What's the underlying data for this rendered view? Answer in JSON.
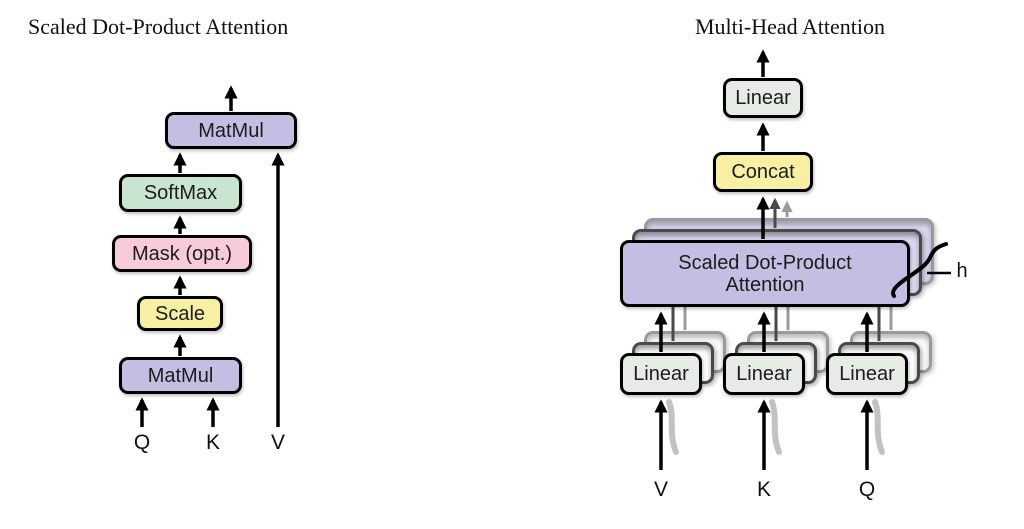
{
  "left_diagram": {
    "title": "Scaled Dot-Product Attention",
    "boxes": {
      "matmul_top": "MatMul",
      "softmax": "SoftMax",
      "mask": "Mask (opt.)",
      "scale": "Scale",
      "matmul_bottom": "MatMul"
    },
    "inputs": {
      "q": "Q",
      "k": "K",
      "v": "V"
    }
  },
  "right_diagram": {
    "title": "Multi-Head Attention",
    "boxes": {
      "linear_out": "Linear",
      "concat": "Concat",
      "attention_line1": "Scaled Dot-Product",
      "attention_line2": "Attention",
      "linear_v": "Linear",
      "linear_k": "Linear",
      "linear_q": "Linear"
    },
    "inputs": {
      "v": "V",
      "k": "K",
      "q": "Q"
    },
    "head_label": "h"
  },
  "colors": {
    "matmul_purple": "#c6bde3",
    "softmax_green": "#c9e5cf",
    "mask_pink": "#f7cbda",
    "scale_yellow": "#f7f0a3",
    "linear_gray": "#e6ebe6",
    "stack_purple": "#dcd6ee",
    "arrow_black": "#000000",
    "arrow_dark_gray": "#4a4a4a",
    "arrow_light_gray": "#9a9a9a"
  }
}
